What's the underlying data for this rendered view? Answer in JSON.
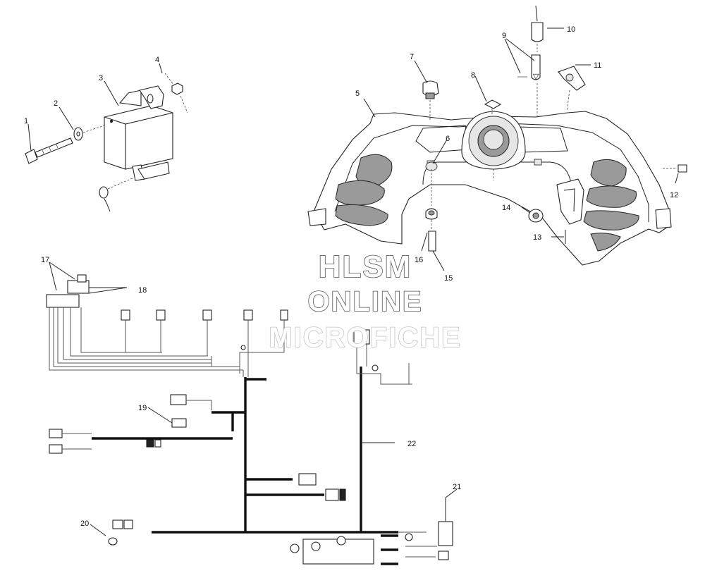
{
  "watermark": {
    "line1": "HLSM",
    "line2": "ONLINE",
    "line3": "MICROFICHE"
  },
  "callouts": [
    {
      "id": "1",
      "label": "1"
    },
    {
      "id": "2",
      "label": "2"
    },
    {
      "id": "3",
      "label": "3"
    },
    {
      "id": "4",
      "label": "4"
    },
    {
      "id": "5",
      "label": "5"
    },
    {
      "id": "6",
      "label": "6"
    },
    {
      "id": "7",
      "label": "7"
    },
    {
      "id": "8",
      "label": "8"
    },
    {
      "id": "9",
      "label": "9"
    },
    {
      "id": "10",
      "label": "10"
    },
    {
      "id": "11",
      "label": "11"
    },
    {
      "id": "12",
      "label": "12"
    },
    {
      "id": "13",
      "label": "13"
    },
    {
      "id": "14",
      "label": "14"
    },
    {
      "id": "15",
      "label": "15"
    },
    {
      "id": "16",
      "label": "16"
    },
    {
      "id": "17",
      "label": "17"
    },
    {
      "id": "18",
      "label": "18"
    },
    {
      "id": "19",
      "label": "19"
    },
    {
      "id": "20",
      "label": "20"
    },
    {
      "id": "21",
      "label": "21"
    },
    {
      "id": "22",
      "label": "22"
    }
  ]
}
